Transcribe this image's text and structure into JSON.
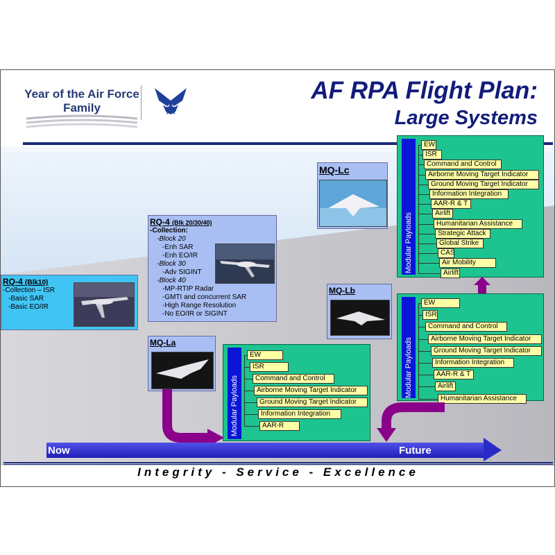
{
  "header": {
    "logo_line1": "Year of the Air Force",
    "logo_line2": "Family",
    "title_line1": "AF RPA Flight Plan:",
    "title_line2": "Large Systems"
  },
  "timeline": {
    "now": "Now",
    "future": "Future"
  },
  "footer": "Integrity - Service - Excellence",
  "rq4_blk10": {
    "title": "RQ-4",
    "sub": "(Blk10)",
    "lines": [
      "-Collection – ISR",
      "-Basic SAR",
      "-Basic EO/IR"
    ]
  },
  "rq4_blk20": {
    "title": "RQ-4",
    "sub": "(Blk 20/30/40)",
    "lines": [
      "-Collection:",
      "-Block 20",
      "-Enh SAR",
      "-Enh EO/IR",
      "-Block 30",
      "-Adv SIGINT",
      "-Block 40",
      "-MP-RTIP Radar",
      "-GMTI and concurrent SAR",
      "-High Range Resolution",
      "-No EO/IR or SIGINT"
    ]
  },
  "mq_la": {
    "title": "MQ-La"
  },
  "mq_lb": {
    "title": "MQ-Lb"
  },
  "mq_lc": {
    "title": "MQ-Lc"
  },
  "modular_label": "Modular Payloads",
  "payloads_la": [
    "EW",
    "ISR",
    "Command and Control",
    "Airborne Moving Target Indicator",
    "Ground Moving Target Indicator",
    "Information Integration",
    "AAR-R"
  ],
  "payloads_lb": [
    "EW",
    "ISR",
    "Command and Control",
    "Airborne Moving Target Indicator",
    "Ground Moving Target Indicator",
    "Information Integration",
    "AAR-R & T",
    "Airlift",
    "Humanitarian Assistance"
  ],
  "payloads_lc": [
    "EW",
    "ISR",
    "Command and Control",
    "Airborne Moving Target Indicator",
    "Ground Moving Target Indicator",
    "Information Integration",
    "AAR-R & T",
    "Airlift",
    "Humanitarian Assistance",
    "Strategic Attack",
    "Global Strike",
    "CAS",
    "Air Mobility",
    "Airlift"
  ],
  "colors": {
    "navy": "#111c7a",
    "module_green": "#1ec48f",
    "module_bar": "#0a15d8",
    "payload_yellow": "#ffffa6",
    "arrow_purple": "#8a008a",
    "timeline_blue": "#3a3ad8"
  }
}
